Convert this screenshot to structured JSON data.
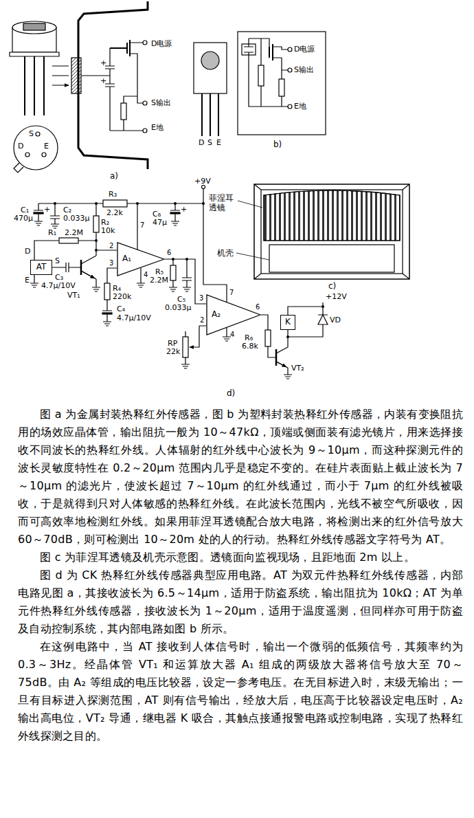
{
  "diagram": {
    "nodes": [
      {
        "text": [
          "AT"
        ]
      },
      {
        "text": [
          "A₁"
        ]
      },
      {
        "text": [
          "A₂"
        ]
      },
      {
        "text": [
          "K"
        ]
      }
    ],
    "edges": [
      {
        "from": 1,
        "to": 2,
        "arrow": "none"
      }
    ],
    "labels": [
      "S",
      "D",
      "E",
      "+",
      "+",
      "D电源",
      "S输出",
      "E地",
      "a)",
      "D电源",
      "S输出",
      "E地",
      "D",
      "S",
      "E",
      "b)",
      "+9V",
      "R₃",
      "2.2k",
      "C₁",
      "470μ",
      "+",
      "C₂",
      "0.033μ",
      "R₂",
      "10k",
      "C₆",
      "47μ",
      "+",
      "R₁",
      "2.2M",
      "D",
      "S",
      "E",
      "C₃",
      "4.7μ/10V",
      "VT₁",
      "7",
      "2",
      "3",
      "6",
      "4",
      "R₅",
      "2.2M",
      "C₅",
      "0.033μ",
      "R₄",
      "220k",
      "C₄",
      "4.7μ/10V",
      "3",
      "7",
      "6",
      "2",
      "4",
      "RP",
      "22k",
      "R₆",
      "6.8k",
      "VT₂",
      "+12V",
      "VD",
      "d)",
      "菲涅耳透镜",
      "机壳",
      "c)",
      "图 a 为金属封装热释红外传感器，图 b 为塑料封装热释红外传感器，内装有变换阻抗用的场效应晶体管，输出阻抗一般为 10～47kΩ，顶端或侧面装有滤光镜片，用来选择接收不同波长的热释红外线。人体辐射的红外线中心波长为 9～10μm，而这种探测元件的波长灵敏度特性在 0.2～20μm 范围内几乎是稳定不变的。在硅片表面贴上截止波长为 7～10μm 的滤光片，使波长超过 7～10μm 的红外线通过，而小于 7μm 的红外线被吸收，于是就得到只对人体敏感的热释红外线。在此波长范围内，光线不被空气所吸收，因而可高效率地检测红外线。如果用菲涅耳透镜配合放大电路，将检测出来的红外信号放大 60～70dB，则可检测出 10～20m 处的人的行动。热释红外线传感器文字符号为 AT。",
      "图 c 为菲涅耳透镜及机壳示意图。透镜面向监视现场，且距地面 2m 以上。",
      "图 d 为 CK 热释红外线传感器典型应用电路。AT 为双元件热释红外线传感器，内部电路见图 a，其接收波长为 6.5～14μm，适用于防盗系统，输出阻抗为 10kΩ；AT 为单元件热释红外线传感器，接收波长为 1～20μm，适用于温度遥测，但同样亦可用于防盗及自动控制系统，其内部电路如图 b 所示。",
      "在这例电路中，当 AT 接收到人体信号时，输出一个微弱的低频信号，其频率约为 0.3～3Hz。经晶体管 VT₁ 和运算放大器 A₁ 组成的两级放大器将信号放大至 70～75dB。由 A₂ 等组成的电压比较器，设定一参考电压。在无目标进入时，末级无输出；一旦有目标进入探测范围，AT 则有信号输出，经放大后，电压高于比较器设定电压时，A₂ 输出高电位，VT₂ 导通，继电器 K 吸合，其触点接通报警电路或控制电路，实现了热释红外线探测之目的。"
    ]
  }
}
